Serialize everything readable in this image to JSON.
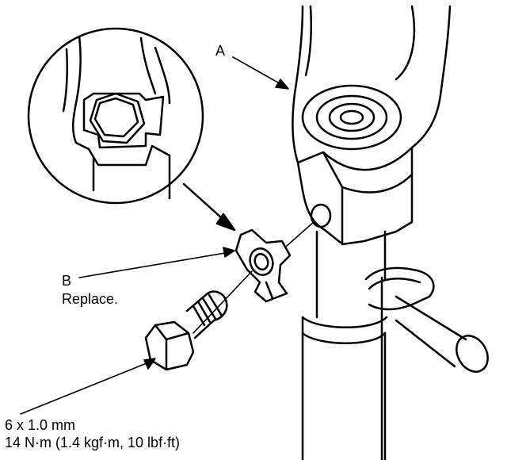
{
  "callouts": {
    "a": {
      "letter": "A"
    },
    "b": {
      "letter": "B",
      "note": "Replace."
    }
  },
  "fastener": {
    "size": "6 x 1.0 mm",
    "torque": "14 N·m (1.4 kgf·m, 10 lbf·ft)"
  },
  "colors": {
    "line": "#000000",
    "background": "#ffffff"
  }
}
